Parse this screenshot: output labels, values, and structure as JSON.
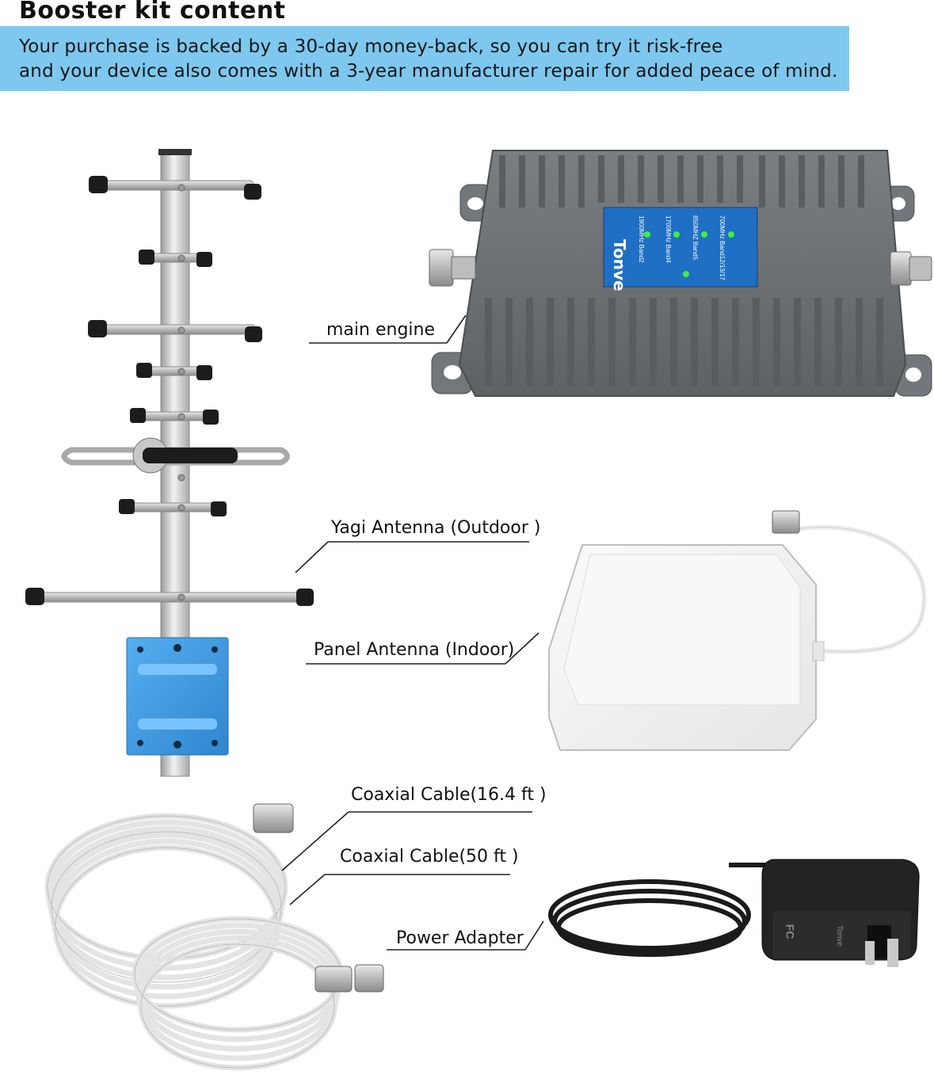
{
  "header": {
    "title": "Booster kit content",
    "line1": "Your purchase is backed by a 30-day money-back, so you can try it risk-free",
    "line2": "and your device also comes with a 3-year manufacturer repair for added peace of mind."
  },
  "labels": {
    "main_engine": "main engine",
    "yagi": "Yagi Antenna (Outdoor )",
    "panel": "Panel Antenna (Indoor)",
    "coax_16": "Coaxial Cable(16.4 ft )",
    "coax_50": "Coaxial Cable(50 ft )",
    "power": "Power Adapter"
  },
  "device": {
    "brand": "Tonve",
    "bands": [
      {
        "freq": "700MHz",
        "band": "Band12/13/17"
      },
      {
        "freq": "850MHZ",
        "band": "Band5"
      },
      {
        "freq": "1700MHz",
        "band": "Band4"
      },
      {
        "freq": "1900MHz",
        "band": "Band2"
      }
    ]
  },
  "adapter": {
    "brand": "Tonve",
    "mark": "FC"
  },
  "colors": {
    "banner": "#7ec8ef",
    "engine_body": "#6f7275",
    "engine_label": "#1f6fc4",
    "led": "#3ef03e",
    "bracket": "#3f98dd"
  }
}
